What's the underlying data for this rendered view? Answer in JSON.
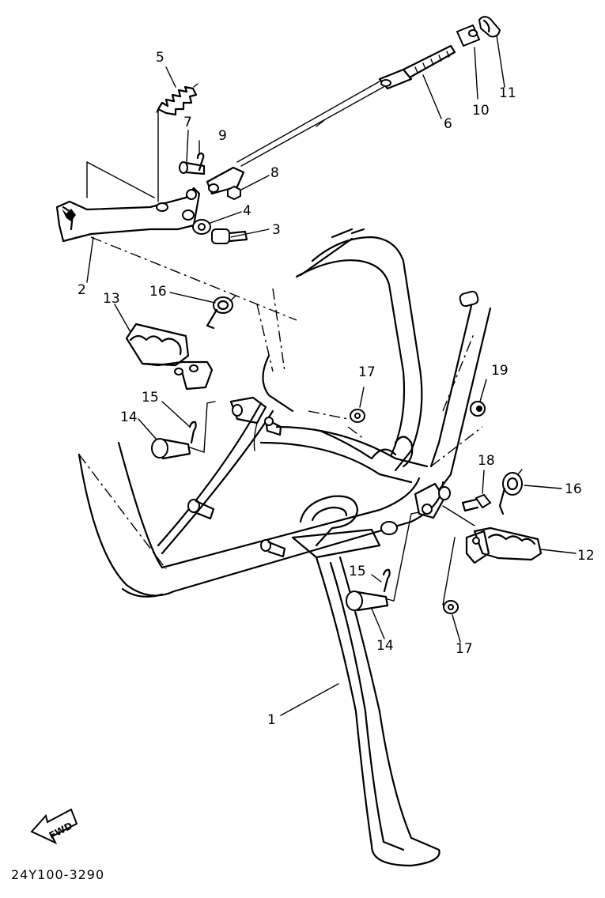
{
  "callouts": [
    {
      "id": "c1",
      "text": "1"
    },
    {
      "id": "c2",
      "text": "2"
    },
    {
      "id": "c3",
      "text": "3"
    },
    {
      "id": "c4",
      "text": "4"
    },
    {
      "id": "c5",
      "text": "5"
    },
    {
      "id": "c6",
      "text": "6"
    },
    {
      "id": "c7",
      "text": "7"
    },
    {
      "id": "c8",
      "text": "8"
    },
    {
      "id": "c9",
      "text": "9"
    },
    {
      "id": "c10",
      "text": "10"
    },
    {
      "id": "c11",
      "text": "11"
    },
    {
      "id": "c12",
      "text": "12"
    },
    {
      "id": "c13",
      "text": "13"
    },
    {
      "id": "c14a",
      "text": "14"
    },
    {
      "id": "c14b",
      "text": "14"
    },
    {
      "id": "c15a",
      "text": "15"
    },
    {
      "id": "c15b",
      "text": "15"
    },
    {
      "id": "c16a",
      "text": "16"
    },
    {
      "id": "c16b",
      "text": "16"
    },
    {
      "id": "c17a",
      "text": "17"
    },
    {
      "id": "c17b",
      "text": "17"
    },
    {
      "id": "c18",
      "text": "18"
    },
    {
      "id": "c19",
      "text": "19"
    }
  ],
  "direction_arrow": "FWD",
  "drawing_code": "24Y100-3290"
}
